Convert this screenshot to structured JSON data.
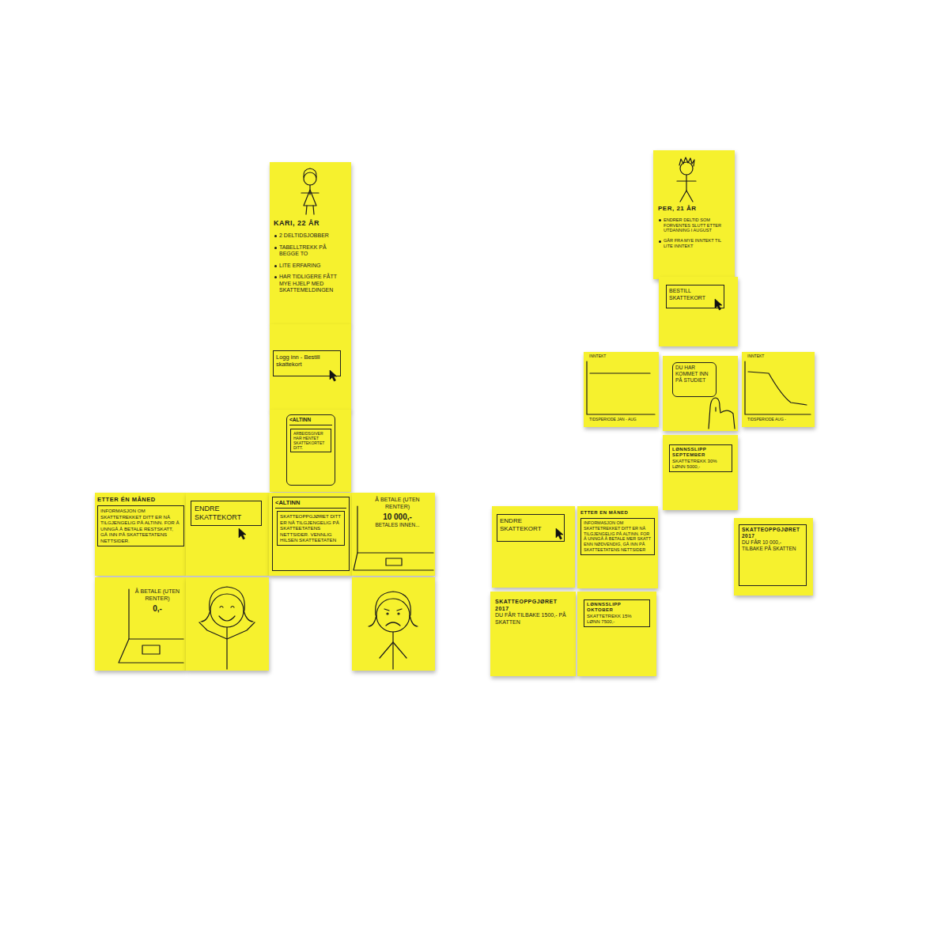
{
  "diagram": {
    "nodes": [
      {
        "text": [
          "KARI, 22 ÅR",
          "2 DELTIDSJOBBER",
          "TABELLTREKK PÅ BEGGE TO",
          "LITE ERFARING",
          "HAR TIDLIGERE FÅTT MYE HJELP MED SKATTEMELDINGEN"
        ]
      },
      {
        "text": [
          "Logg inn - Bestill skattekort"
        ]
      },
      {
        "text": [
          "<ALTINN"
        ]
      },
      {
        "text": [
          "ARBEIDSGIVER HAR HENTET SKATTEKORTET DITT."
        ],
        "in": 2
      },
      {
        "text": [
          "ETTER ÉN MÅNED"
        ]
      },
      {
        "text": [
          "INFORMASJON OM SKATTETREKKET DITT ER NÅ TILGJENGELIG PÅ ALTINN. FOR Å UNNGÅ Å BETALE RESTSKATT, GÅ INN PÅ SKATTEETATENS NETTSIDER."
        ],
        "in": 4
      },
      {
        "text": [
          "ENDRE SKATTEKORT"
        ]
      },
      {
        "text": [
          "<ALTINN"
        ]
      },
      {
        "text": [
          "SKATTEOPPGJØRET DITT ER NÅ TILGJENGELIG PÅ SKATTEETATENS NETTSIDER. VENNLIG HILSEN SKATTEETATEN"
        ],
        "in": 7
      },
      {
        "text": [
          "Å BETALE (UTEN RENTER)",
          "10 000,-",
          "BETALES INNEN..."
        ]
      },
      {
        "text": [
          "Å BETALE (UTEN RENTER)",
          "0,-"
        ]
      },
      {
        "text": [
          "PER, 21 ÅR",
          "ENDRER DELTID SOM FORVENTES SLUTT ETTER UTDANNING I AUGUST",
          "GÅR FRA MYE INNTEKT TIL LITE INNTEKT"
        ]
      },
      {
        "text": [
          "BESTILL SKATTEKORT"
        ]
      },
      {
        "text": [
          "DU HAR KOMMET INN PÅ STUDIET"
        ]
      },
      {
        "text": [
          "LØNNSSLIPP SEPTEMBER",
          "SKATTETREKK 30%",
          "LØNN 5000,-"
        ]
      },
      {
        "text": [
          "SKATTEOPPGJØRET 2017",
          "DU FÅR 10 000,- TILBAKE PÅ SKATTEN"
        ]
      },
      {
        "text": [
          "ENDRE SKATTEKORT"
        ]
      },
      {
        "text": [
          "ETTER EN MÅNED"
        ]
      },
      {
        "text": [
          "INFORMASJON OM SKATTETREKKET DITT ER NÅ TILGJENGELIG PÅ ALTINN. FOR Å UNNGÅ Å BETALE MER SKATT ENN NØDVENDIG, GÅ INN PÅ SKATTEETATENS NETTSIDER"
        ],
        "in": 17
      },
      {
        "text": [
          "SKATTEOPPGJØRET 2017",
          "DU FÅR TILBAKE 1500,- PÅ SKATTEN"
        ]
      },
      {
        "text": [
          "LØNNSSLIPP OKTOBER",
          "SKATTETREKK 15%",
          "LØNN 7500,-"
        ]
      }
    ],
    "labels": [
      "INNTEKT",
      "TIDSPERIODE JAN - AUG",
      "INNTEKT",
      "TIDSPERIODE AUG -"
    ]
  }
}
